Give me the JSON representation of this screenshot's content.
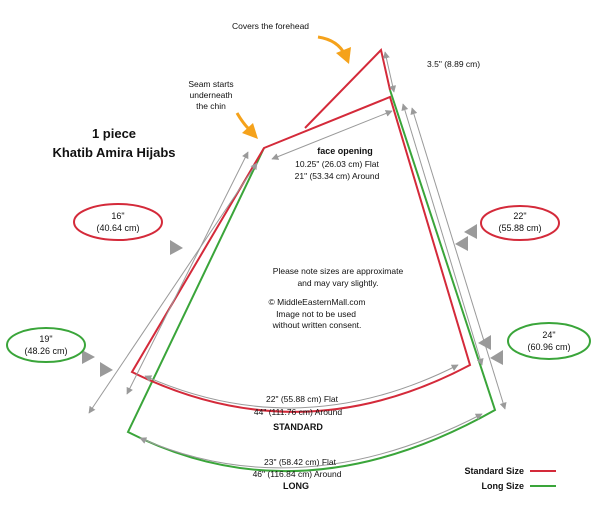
{
  "title": {
    "line1": "1 piece",
    "line2": "Khatib Amira Hijabs"
  },
  "annotations": {
    "covers_forehead": "Covers the forehead",
    "seam_line1": "Seam starts",
    "seam_line2": "underneath",
    "seam_line3": "the chin"
  },
  "measurements": {
    "forehead": "3.5\" (8.89 cm)",
    "face_opening_title": "face opening",
    "face_opening_flat": "10.25\" (26.03 cm) Flat",
    "face_opening_around": "21\" (53.34 cm) Around",
    "standard_flat": "22\" (55.88 cm) Flat",
    "standard_around": "44\" (111.76 cm) Around",
    "standard_label": "STANDARD",
    "long_flat": "23\" (58.42 cm) Flat",
    "long_around": "46\" (116.84 cm) Around",
    "long_label": "LONG"
  },
  "badges": {
    "left_standard": {
      "inch": "16\"",
      "cm": "(40.64 cm)"
    },
    "left_long": {
      "inch": "19\"",
      "cm": "(48.26 cm)"
    },
    "right_standard": {
      "inch": "22\"",
      "cm": "(55.88 cm)"
    },
    "right_long": {
      "inch": "24\"",
      "cm": "(60.96 cm)"
    }
  },
  "note": {
    "line1": "Please note sizes are approximate",
    "line2": "and may vary slightly.",
    "line3": "© MiddleEasternMall.com",
    "line4": "Image not to be used",
    "line5": "without written consent."
  },
  "legend": {
    "standard": "Standard Size",
    "long": "Long Size"
  },
  "colors": {
    "standard": "#d42a3a",
    "long": "#3aa53a",
    "arrow": "#f5a21b",
    "guide": "#9a9a9a"
  }
}
